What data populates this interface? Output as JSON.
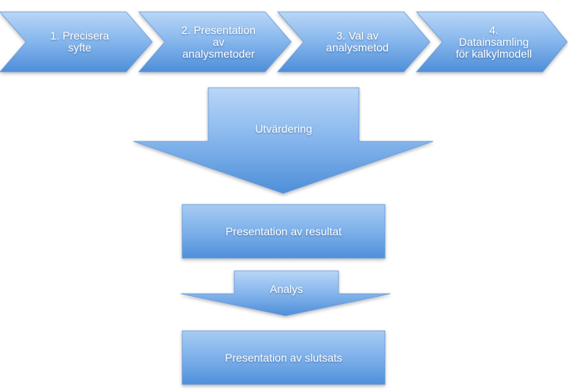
{
  "colors": {
    "fill_light": "#b4d2f4",
    "fill_mid": "#7fb2ea",
    "fill_dark": "#4f8fd8",
    "edge": "#5e90cf",
    "text": "#ffffff"
  },
  "steps": [
    {
      "label": "1. Precisera\nsyfte"
    },
    {
      "label": "2. Presentation\nav\nanalysmetoder"
    },
    {
      "label": "3. Val av\nanalysmetod"
    },
    {
      "label": "4.\nDatainsamling\nför kalkylmodell"
    }
  ],
  "flow": {
    "evaluation_arrow": {
      "label": "Utvärdering"
    },
    "results_box": {
      "label": "Presentation av resultat"
    },
    "analysis_arrow": {
      "label": "Analys"
    },
    "conclusion_box": {
      "label": "Presentation av slutsats"
    }
  }
}
